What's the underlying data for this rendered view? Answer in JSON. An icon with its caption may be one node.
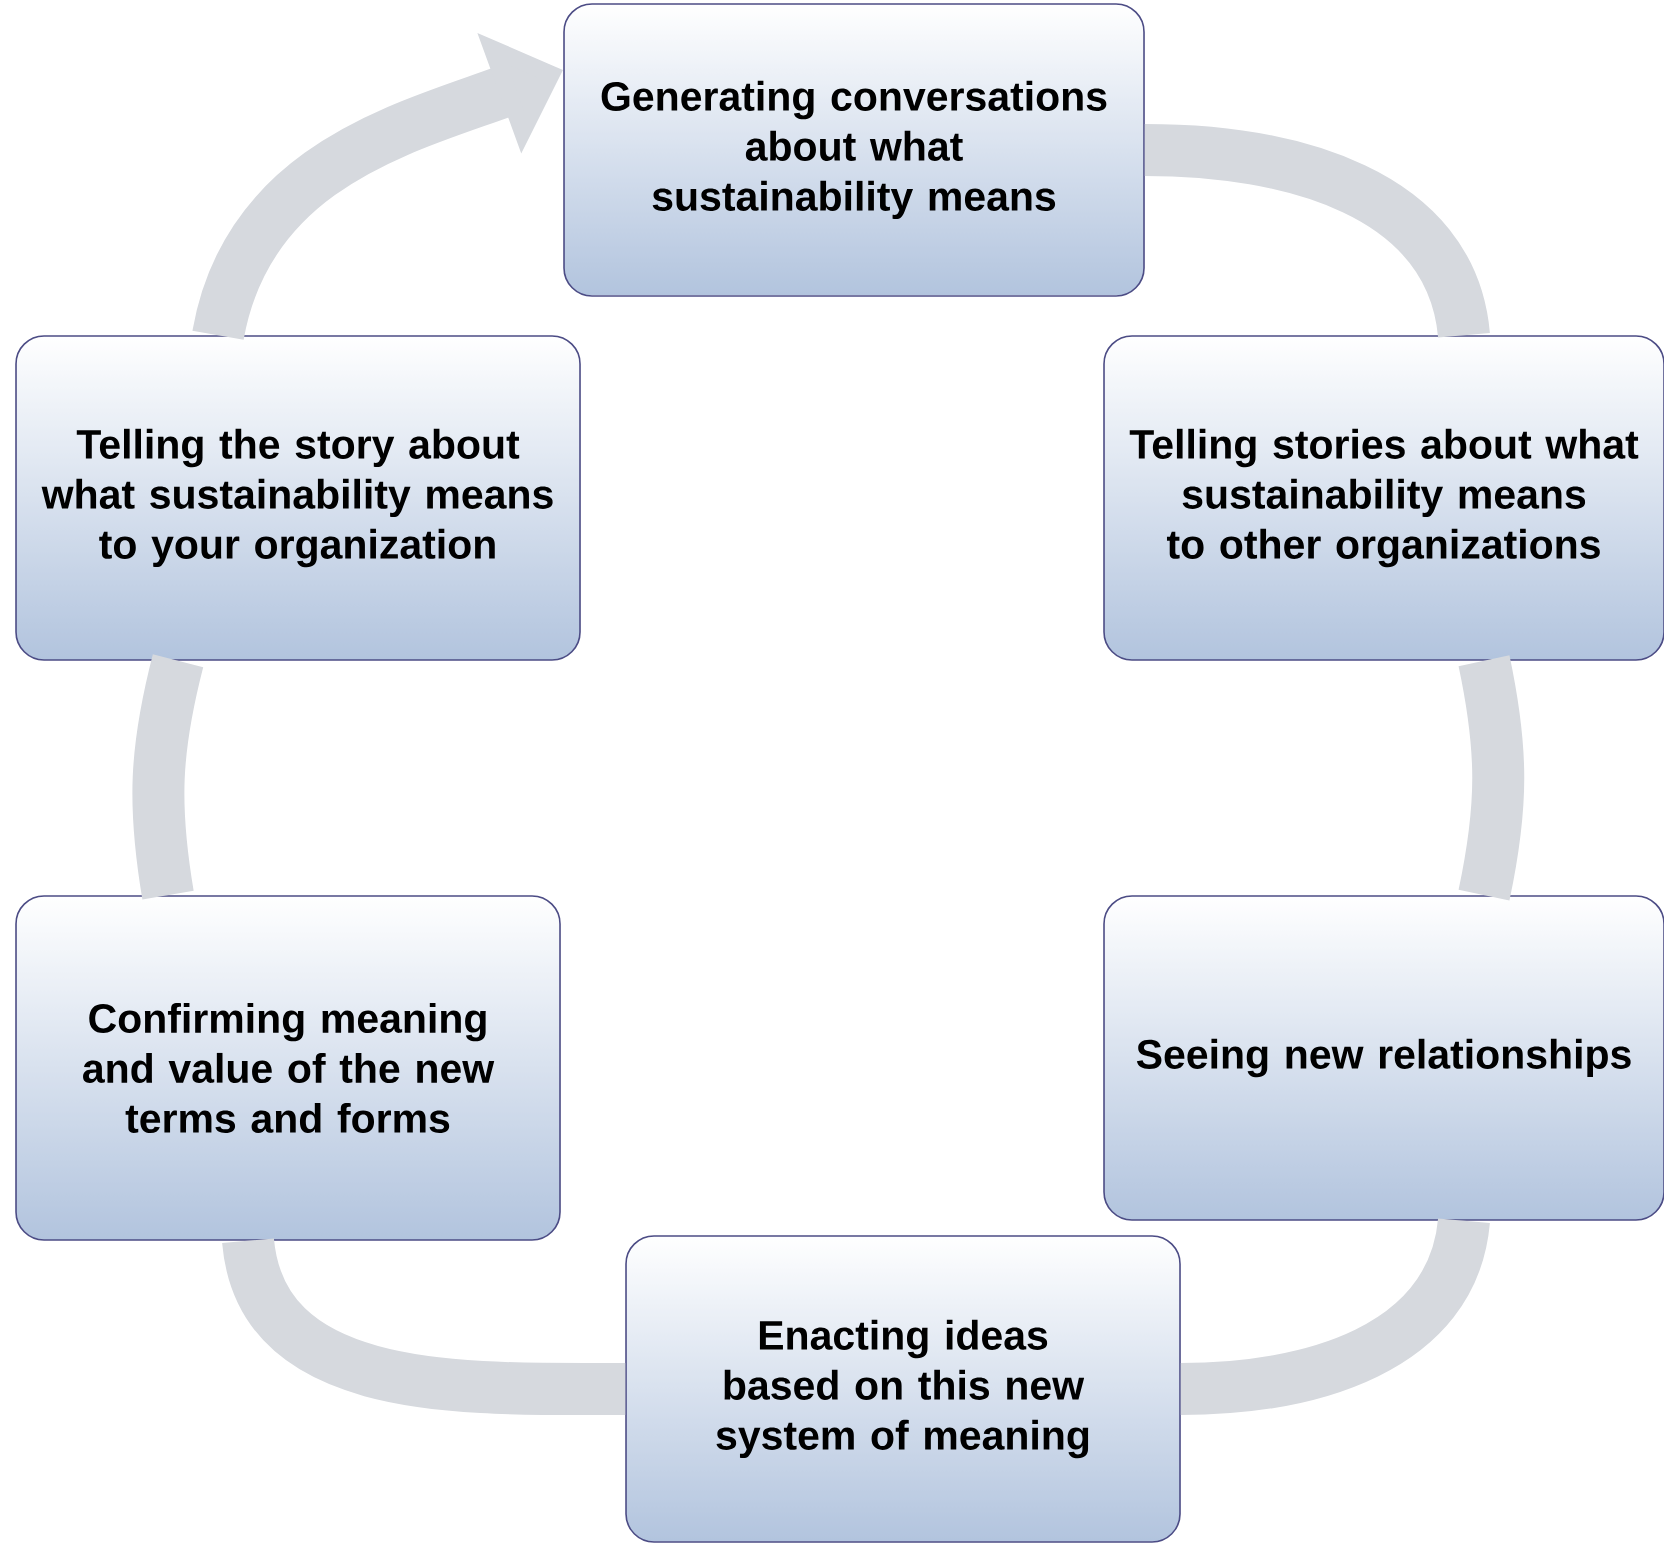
{
  "diagram": {
    "nodes": [
      {
        "text": [
          "Generating conversations about what sustainability means"
        ]
      },
      {
        "text": [
          "Telling stories about what sustainability means to other organizations"
        ]
      },
      {
        "text": [
          "Seeing new relationships"
        ]
      },
      {
        "text": [
          "Enacting ideas based on this new system of meaning"
        ]
      },
      {
        "text": [
          "Confirming meaning and value of the new terms and forms"
        ]
      },
      {
        "text": [
          "Telling the story about what sustainability means to your organization"
        ]
      }
    ],
    "edges": [
      {
        "from": 0,
        "to": 1,
        "arrow": "none"
      },
      {
        "from": 1,
        "to": 2,
        "arrow": "none"
      },
      {
        "from": 2,
        "to": 3,
        "arrow": "none"
      },
      {
        "from": 3,
        "to": 4,
        "arrow": "none"
      },
      {
        "from": 4,
        "to": 5,
        "arrow": "none"
      },
      {
        "from": 5,
        "to": 0,
        "arrow": "to"
      }
    ]
  }
}
